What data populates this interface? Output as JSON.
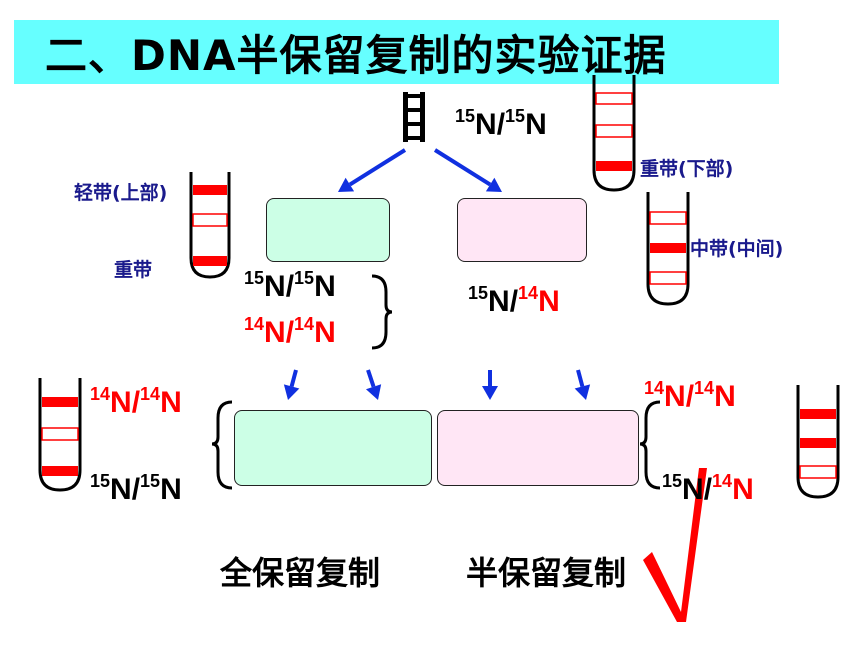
{
  "title": "二、DNA半保留复制的实验证据",
  "labels": {
    "light_band_top": "轻带(上部)",
    "heavy_band": "重带",
    "heavy_band_bottom": "重带(下部)",
    "middle_band": "中带(中间)"
  },
  "dna_labels": {
    "parent": {
      "a": "15",
      "b": "N/",
      "c": "15",
      "d": "N"
    },
    "gen1_left_1": {
      "a": "15",
      "b": "N/",
      "c": "15",
      "d": "N"
    },
    "gen1_left_2": {
      "a": "14",
      "b": "N/",
      "c": "14",
      "d": "N"
    },
    "gen1_right": {
      "a": "15",
      "b": "N/",
      "c": "14",
      "d": "N"
    },
    "gen2_left_top": {
      "a": "14",
      "b": "N/",
      "c": "14",
      "d": "N"
    },
    "gen2_left_bottom": {
      "a": "15",
      "b": "N/",
      "c": "15",
      "d": "N"
    },
    "gen2_right_top": {
      "a": "14",
      "b": "N/",
      "c": "14",
      "d": "N"
    },
    "gen2_right_bottom": {
      "a": "15",
      "b": "N/",
      "c": "14",
      "d": "N"
    }
  },
  "captions": {
    "conservative": "全保留复制",
    "semi_conservative": "半保留复制"
  },
  "check_mark": "√",
  "colors": {
    "title_bg": "#66ffff",
    "green_box": "#ccffe6",
    "pink_box": "#ffe6f5",
    "red": "#ff0000",
    "blue": "#1a1a8c",
    "arrow": "#1030e0"
  }
}
